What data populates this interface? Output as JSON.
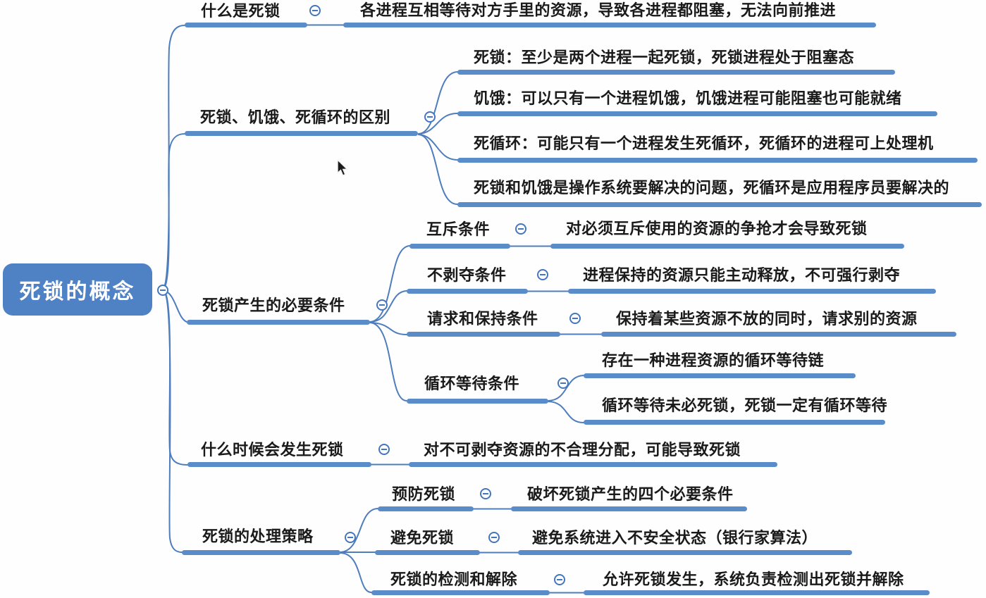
{
  "app": {
    "kind": "mindmap",
    "colors": {
      "topic_bar": "#5b8cca",
      "root_fill": "#4f81c5",
      "wire": "#4e7dbd",
      "collapse_ring": "#4376bd",
      "text": "#1a1a1a",
      "root_text": "#ffffff"
    }
  },
  "root": {
    "label": "死锁的概念"
  },
  "branches": [
    {
      "label": "什么是死锁",
      "children": [
        {
          "label": "各进程互相等待对方手里的资源，导致各进程都阻塞，无法向前推进"
        }
      ]
    },
    {
      "label": "死锁、饥饿、死循环的区别",
      "children": [
        {
          "label": "死锁：至少是两个进程一起死锁，死锁进程处于阻塞态"
        },
        {
          "label": "饥饿：可以只有一个进程饥饿，饥饿进程可能阻塞也可能就绪"
        },
        {
          "label": "死循环：可能只有一个进程发生死循环，死循环的进程可上处理机"
        },
        {
          "label": "死锁和饥饿是操作系统要解决的问题，死循环是应用程序员要解决的"
        }
      ]
    },
    {
      "label": "死锁产生的必要条件",
      "children": [
        {
          "label": "互斥条件",
          "children": [
            {
              "label": "对必须互斥使用的资源的争抢才会导致死锁"
            }
          ]
        },
        {
          "label": "不剥夺条件",
          "children": [
            {
              "label": "进程保持的资源只能主动释放，不可强行剥夺"
            }
          ]
        },
        {
          "label": "请求和保持条件",
          "children": [
            {
              "label": "保持着某些资源不放的同时，请求别的资源"
            }
          ]
        },
        {
          "label": "循环等待条件",
          "children": [
            {
              "label": "存在一种进程资源的循环等待链"
            },
            {
              "label": "循环等待未必死锁，死锁一定有循环等待"
            }
          ]
        }
      ]
    },
    {
      "label": "什么时候会发生死锁",
      "children": [
        {
          "label": "对不可剥夺资源的不合理分配，可能导致死锁"
        }
      ]
    },
    {
      "label": "死锁的处理策略",
      "children": [
        {
          "label": "预防死锁",
          "children": [
            {
              "label": "破坏死锁产生的四个必要条件"
            }
          ]
        },
        {
          "label": "避免死锁",
          "children": [
            {
              "label": "避免系统进入不安全状态（银行家算法）"
            }
          ]
        },
        {
          "label": "死锁的检测和解除",
          "children": [
            {
              "label": "允许死锁发生，系统负责检测出死锁并解除"
            }
          ]
        }
      ]
    }
  ]
}
